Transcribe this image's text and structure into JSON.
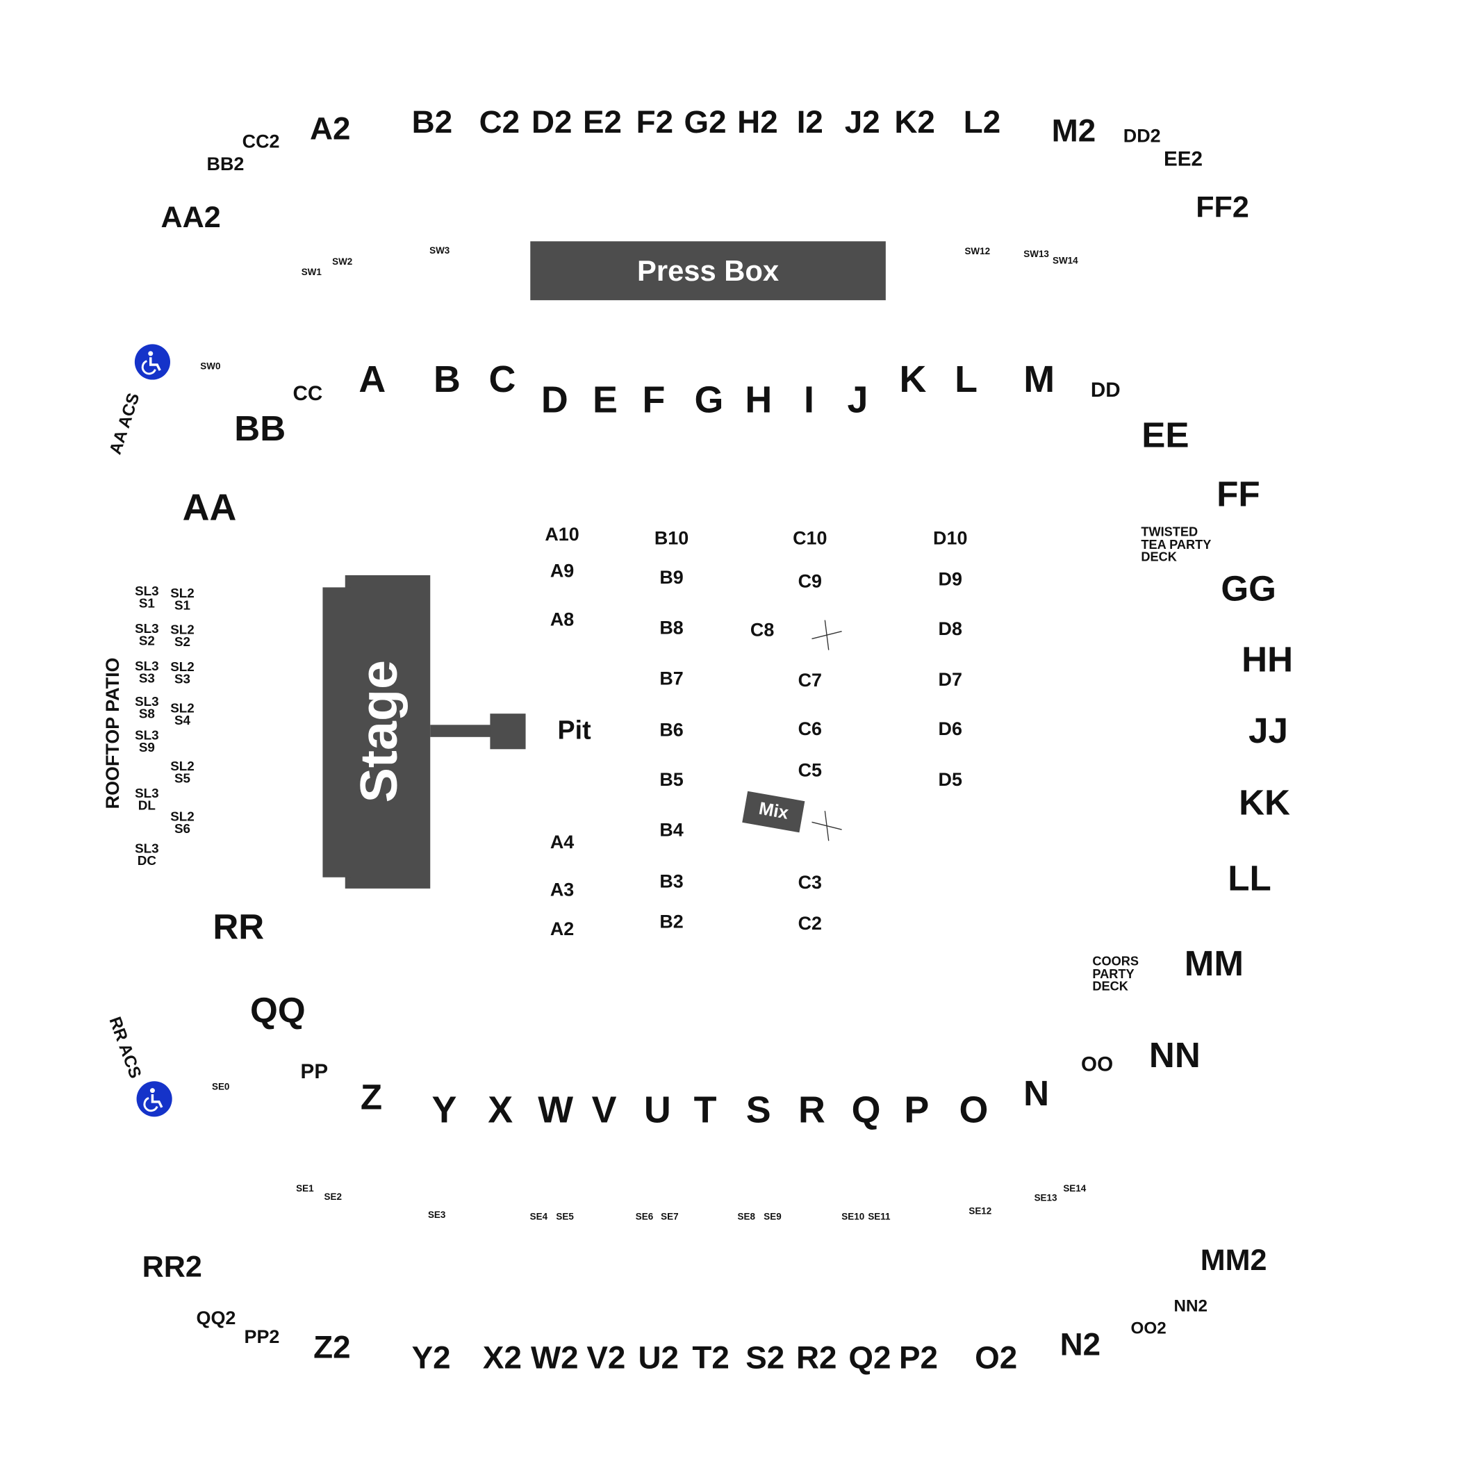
{
  "map": {
    "press_box": "Press Box",
    "stage": "Stage",
    "pit": "Pit",
    "mix": "Mix",
    "rooftop_patio": "ROOFTOP PATIO",
    "aa_acs": "AA ACS",
    "rr_acs": "RR ACS",
    "twisted_tea_deck": [
      "TWISTED",
      "TEA PARTY",
      "DECK"
    ],
    "coors_deck": [
      "COORS",
      "PARTY",
      "DECK"
    ],
    "accessible_icon": "wheelchair-icon",
    "colors": {
      "stage": "#4d4d4d",
      "accessible": "#1533c9",
      "text": "#111111"
    }
  },
  "sections": {
    "upper_north": [
      "A2",
      "B2",
      "C2",
      "D2",
      "E2",
      "F2",
      "G2",
      "H2",
      "I2",
      "J2",
      "K2",
      "L2",
      "M2",
      "CC2",
      "BB2",
      "AA2",
      "DD2",
      "EE2",
      "FF2"
    ],
    "sw": [
      "SW0",
      "SW1",
      "SW2",
      "SW3",
      "SW12",
      "SW13",
      "SW14"
    ],
    "lower_north": [
      "A",
      "B",
      "C",
      "D",
      "E",
      "F",
      "G",
      "H",
      "I",
      "J",
      "K",
      "L",
      "M",
      "CC",
      "DD",
      "BB",
      "EE",
      "AA",
      "FF"
    ],
    "east": [
      "GG",
      "HH",
      "JJ",
      "KK",
      "LL",
      "MM",
      "NN",
      "OO",
      "N"
    ],
    "west": [
      "RR",
      "QQ",
      "PP",
      "Z"
    ],
    "lower_south": [
      "Y",
      "X",
      "W",
      "V",
      "U",
      "T",
      "S",
      "R",
      "Q",
      "P",
      "O"
    ],
    "upper_south": [
      "Z2",
      "Y2",
      "X2",
      "W2",
      "V2",
      "U2",
      "T2",
      "S2",
      "R2",
      "Q2",
      "P2",
      "O2",
      "N2",
      "RR2",
      "QQ2",
      "PP2",
      "MM2",
      "NN2",
      "OO2"
    ],
    "se": [
      "SE0",
      "SE1",
      "SE2",
      "SE3",
      "SE4",
      "SE5",
      "SE6",
      "SE7",
      "SE8",
      "SE9",
      "SE10",
      "SE11",
      "SE12",
      "SE13",
      "SE14"
    ],
    "floor": [
      "A10",
      "A9",
      "A8",
      "A4",
      "A3",
      "A2",
      "B10",
      "B9",
      "B8",
      "B7",
      "B6",
      "B5",
      "B4",
      "B3",
      "B2",
      "C10",
      "C9",
      "C8",
      "C7",
      "C6",
      "C5",
      "C3",
      "C2",
      "D10",
      "D9",
      "D8",
      "D7",
      "D6",
      "D5"
    ],
    "rooftop": [
      "SL3\nS1",
      "SL3\nS2",
      "SL3\nS3",
      "SL3\nS8",
      "SL3\nS9",
      "SL3\nDL",
      "SL3\nDC",
      "SL2\nS1",
      "SL2\nS2",
      "SL2\nS3",
      "SL2\nS4",
      "SL2\nS5",
      "SL2\nS6"
    ]
  }
}
